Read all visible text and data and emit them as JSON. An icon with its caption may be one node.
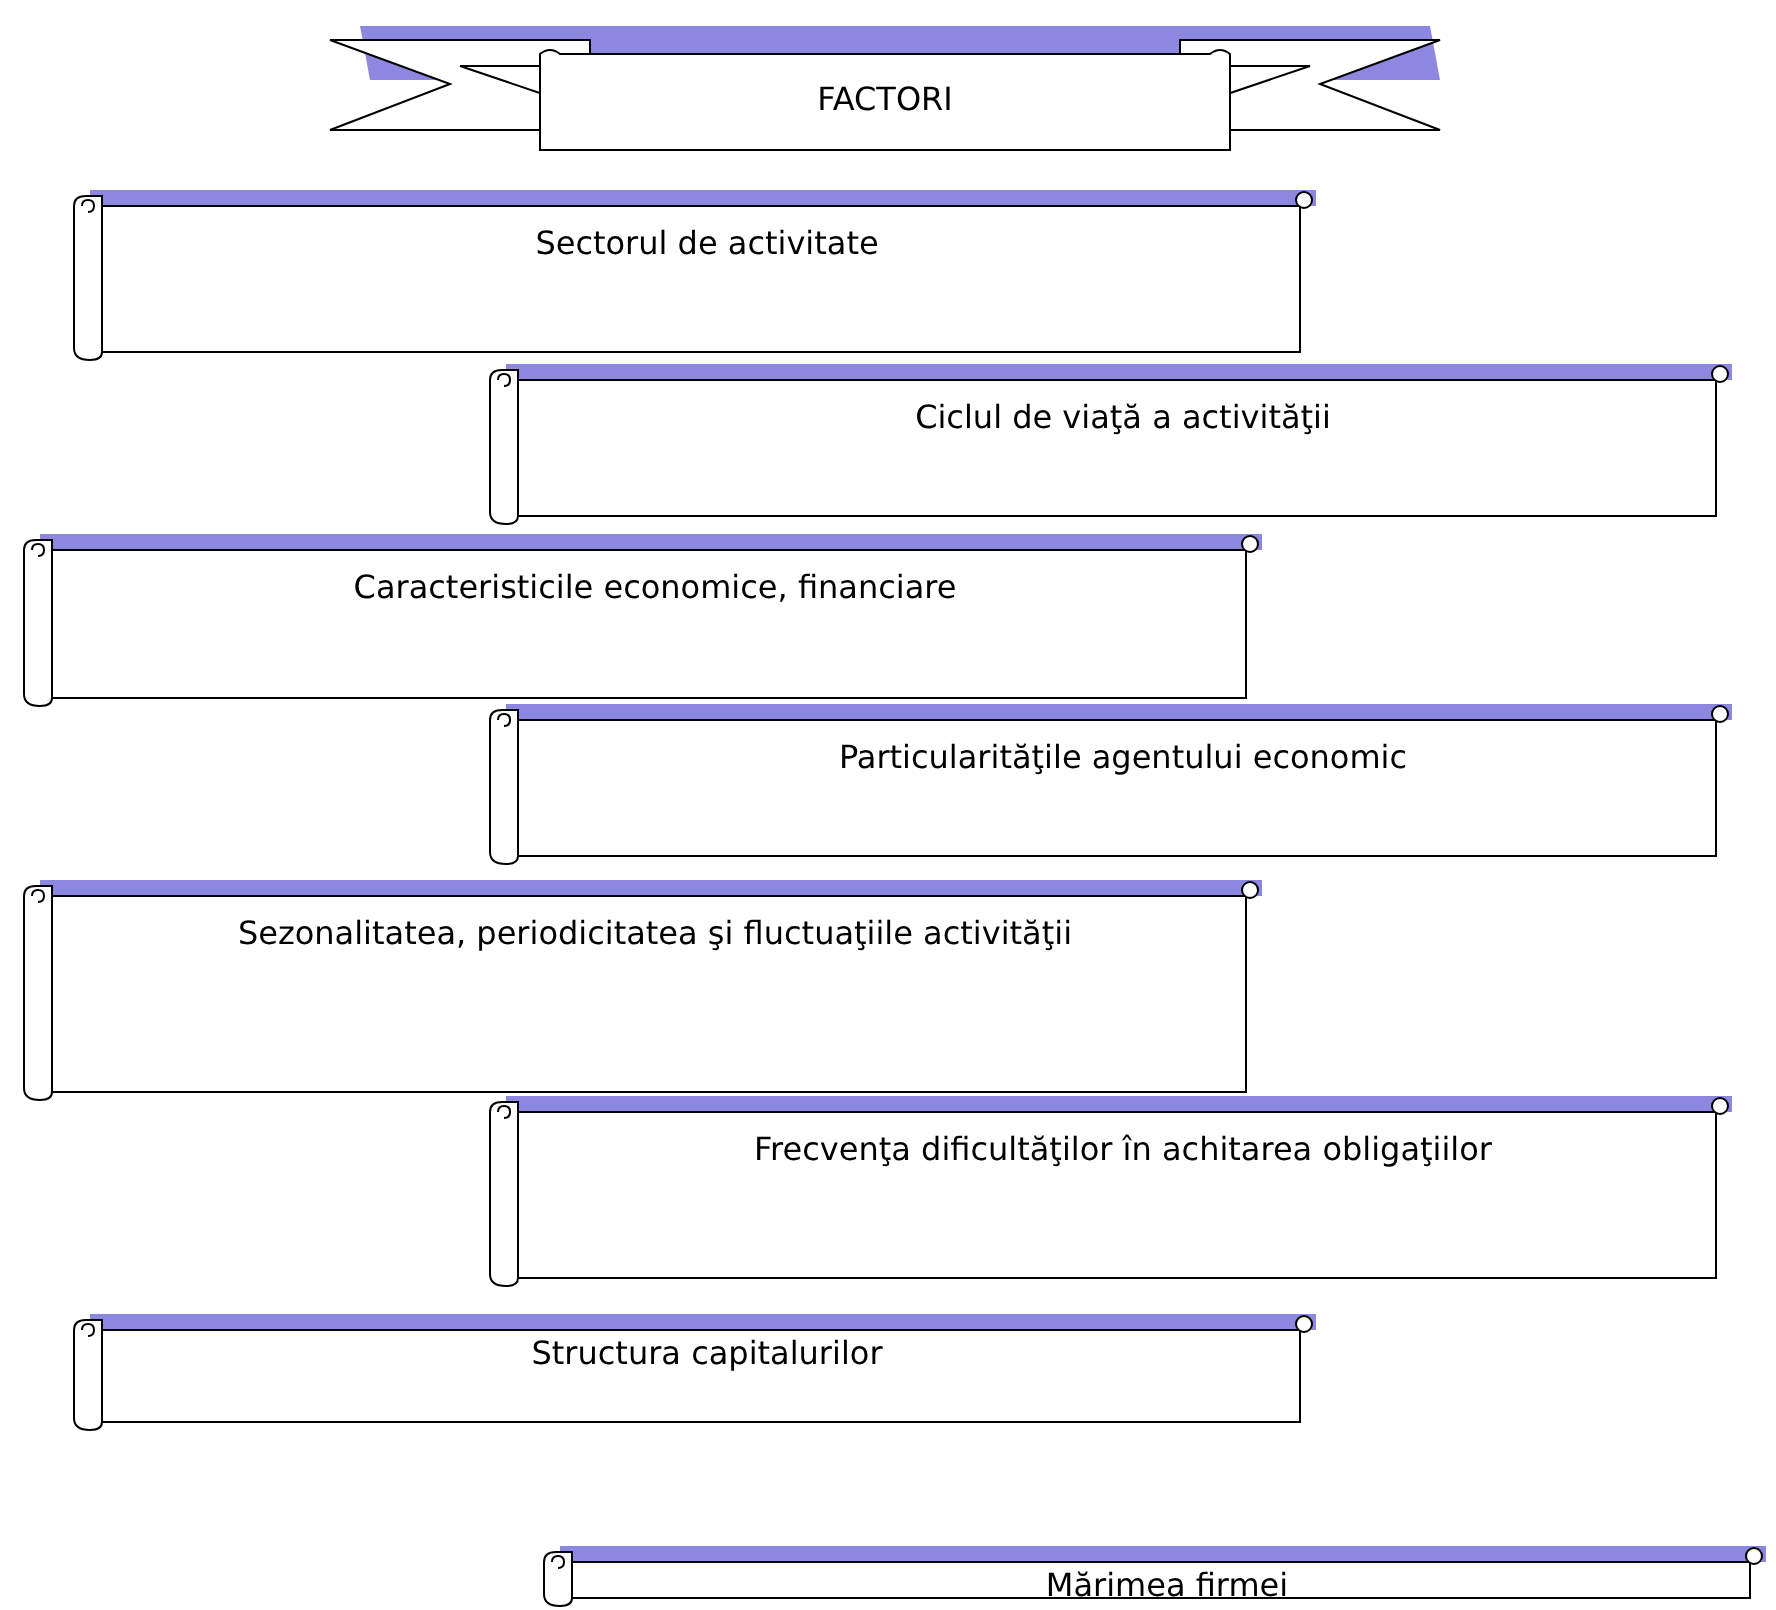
{
  "diagram": {
    "nodes": [
      {
        "text": [
          "FACTORI"
        ]
      },
      {
        "text": [
          "Sectorul de activitate"
        ]
      },
      {
        "text": [
          "Ciclul de viaţă a activităţii"
        ]
      },
      {
        "text": [
          "Caracteristicile economice, financiare"
        ]
      },
      {
        "text": [
          "Particularităţile agentului economic"
        ]
      },
      {
        "text": [
          "Sezonalitatea, periodicitatea şi fluctuaţiile activităţii"
        ]
      },
      {
        "text": [
          "Frecvenţa dificultăţilor în achitarea obligaţiilor"
        ]
      },
      {
        "text": [
          "Structura capitalurilor"
        ]
      },
      {
        "text": [
          "Mărimea firmei"
        ]
      }
    ],
    "edges": []
  }
}
